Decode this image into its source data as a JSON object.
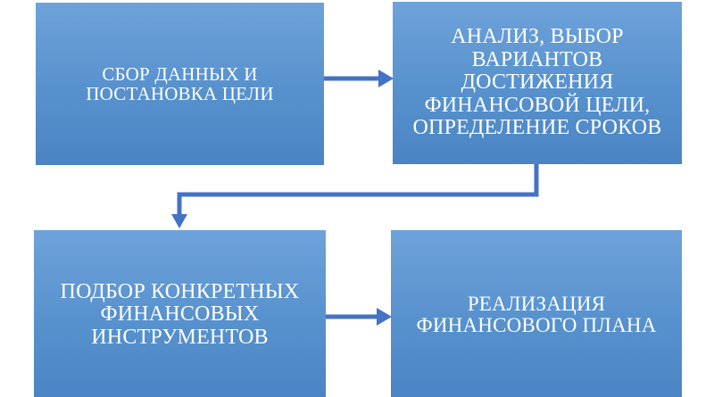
{
  "diagram": {
    "type": "flowchart",
    "language": "ru",
    "steps": [
      {
        "id": 1,
        "label": "СБОР ДАННЫХ И\nПОСТАНОВКА ЦЕЛИ"
      },
      {
        "id": 2,
        "label": "АНАЛИЗ, ВЫБОР\nВАРИАНТОВ\nДОСТИЖЕНИЯ\nФИНАНСОВОЙ ЦЕЛИ,\nОПРЕДЕЛЕНИЕ СРОКОВ"
      },
      {
        "id": 3,
        "label": "ПОДБОР КОНКРЕТНЫХ\nФИНАНСОВЫХ\nИНСТРУМЕНТОВ"
      },
      {
        "id": 4,
        "label": "РЕАЛИЗАЦИЯ\nФИНАНСОВОГО ПЛАНА"
      }
    ],
    "connections": [
      {
        "from": 1,
        "to": 2,
        "type": "straight-arrow-right"
      },
      {
        "from": 2,
        "to": 3,
        "type": "elbow-arrow-down"
      },
      {
        "from": 3,
        "to": 4,
        "type": "straight-arrow-right"
      }
    ],
    "colors": {
      "box_gradient_top": "#6EA2DA",
      "box_gradient_middle": "#5892CE",
      "box_gradient_bottom": "#4A84C4",
      "connector": "#4472C4",
      "text": "#FFFFFF",
      "background": "#FFFFFF"
    }
  }
}
